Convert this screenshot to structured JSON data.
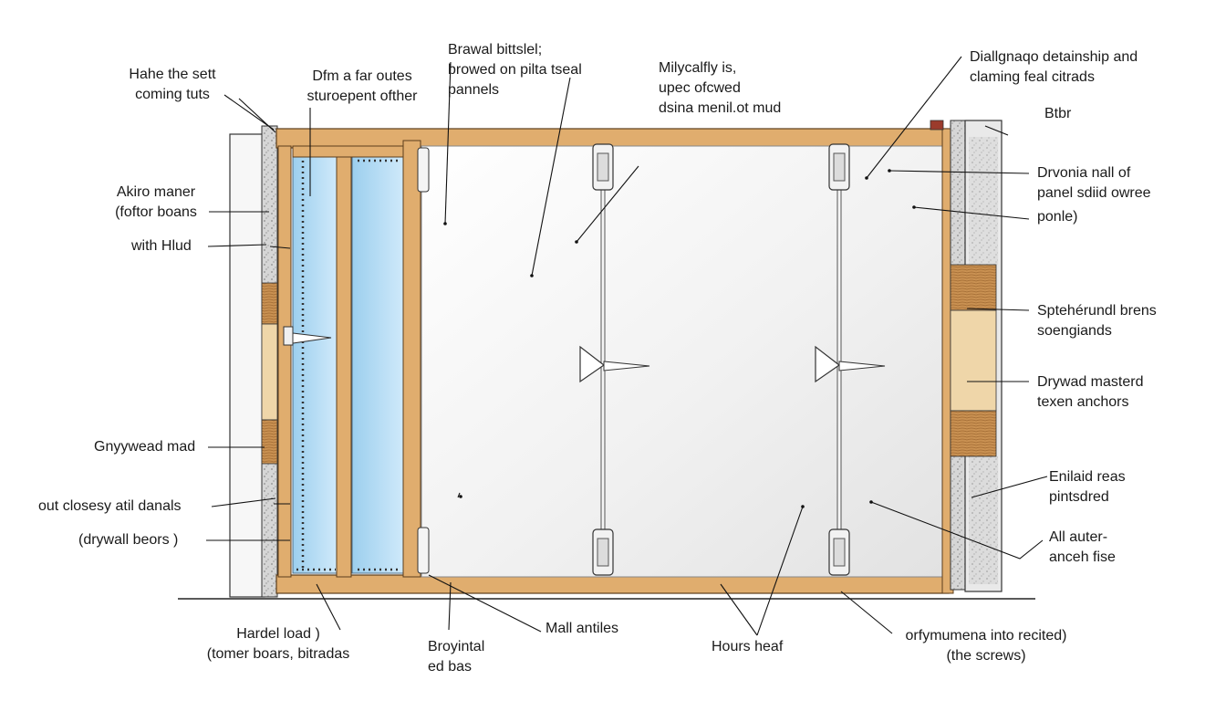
{
  "labels": {
    "top_left_1": "Hahe the sett\ncoming tuts",
    "top_left_2": "Dfm a far outes\nsturoepent ofther",
    "top_center_1": "Brawal bittslel;\nbrowed on pilta tseal\npannels",
    "top_center_2": "Milycalfly is,\nupec ofcwed\ndsina menil.ot mud",
    "top_right_1": "Diallgnaqo detainship and\nclaming feal citrads",
    "right_1": "Btbr",
    "right_2": "Drvonia nall of\npanel sdiid owree",
    "right_3": "ponle)",
    "right_4": "Sptehérundl brens\nsoengiands",
    "right_5": "Drywad masterd\ntexen anchors",
    "right_6": "Enilaid reas\npintsdred",
    "right_7": "All auter-\nanceh fise",
    "left_1": "Akiro maner\n(foftor boans",
    "left_2": "with Hlud",
    "left_3": "Gnyywead mad",
    "left_4": "out closesy atil danals",
    "left_5": "(drywall beors )",
    "bottom_1": "Hardel load )\n(tomer boars, bitradas",
    "bottom_2": "Broyintal\ned bas",
    "bottom_3": "Mall antiles",
    "bottom_4": "Hours heaf",
    "bottom_5": "orfymumena into recited)\n(the screws)"
  },
  "colors": {
    "wood": "#e0ad6e",
    "wood_dark": "#b07a3f",
    "glass": "#a9d6f2",
    "panel": "#f4f4f4",
    "stone": "#c9c9c9",
    "leader": "#111111"
  }
}
